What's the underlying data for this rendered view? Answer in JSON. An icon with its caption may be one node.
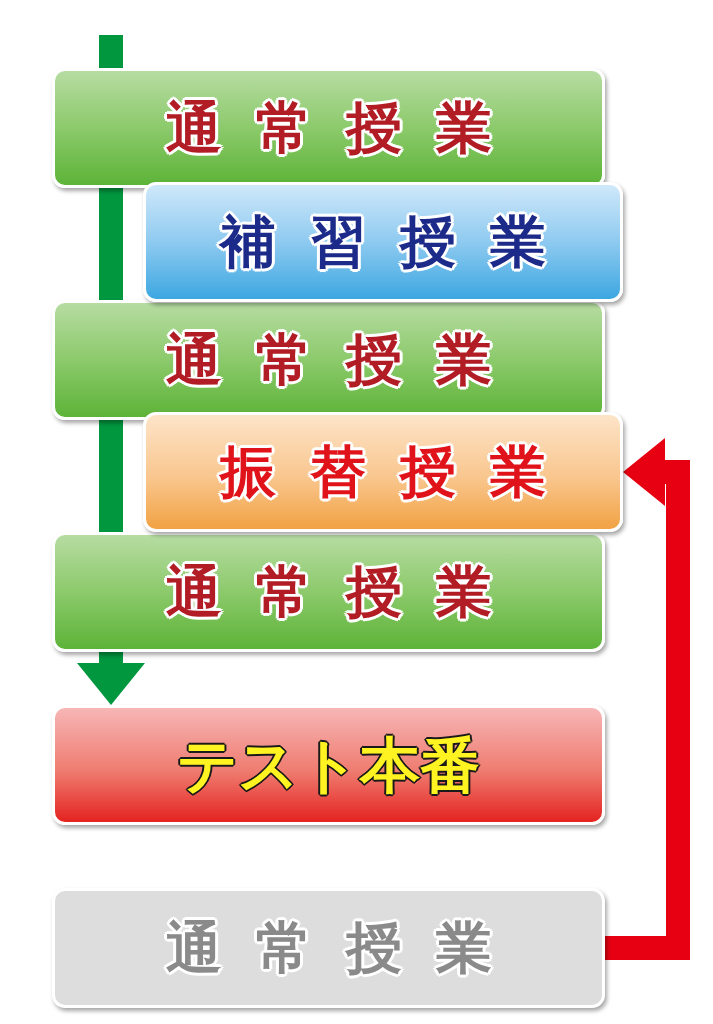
{
  "diagram": {
    "nodes": [
      {
        "text": [
          "通常授業"
        ]
      },
      {
        "text": [
          "補習授業"
        ]
      },
      {
        "text": [
          "通常授業"
        ]
      },
      {
        "text": [
          "振替授業"
        ]
      },
      {
        "text": [
          "通常授業"
        ]
      },
      {
        "text": [
          "テスト本番"
        ]
      },
      {
        "text": [
          "通常授業"
        ]
      }
    ],
    "edges": [
      {
        "from": null,
        "to": 0,
        "arrow": "none"
      },
      {
        "from": 0,
        "to": 2,
        "arrow": "none"
      },
      {
        "from": 2,
        "to": 4,
        "arrow": "none"
      },
      {
        "from": 4,
        "to": 5,
        "arrow": "to"
      },
      {
        "from": 6,
        "to": 3,
        "arrow": "to",
        "color": "#e60012"
      }
    ]
  }
}
